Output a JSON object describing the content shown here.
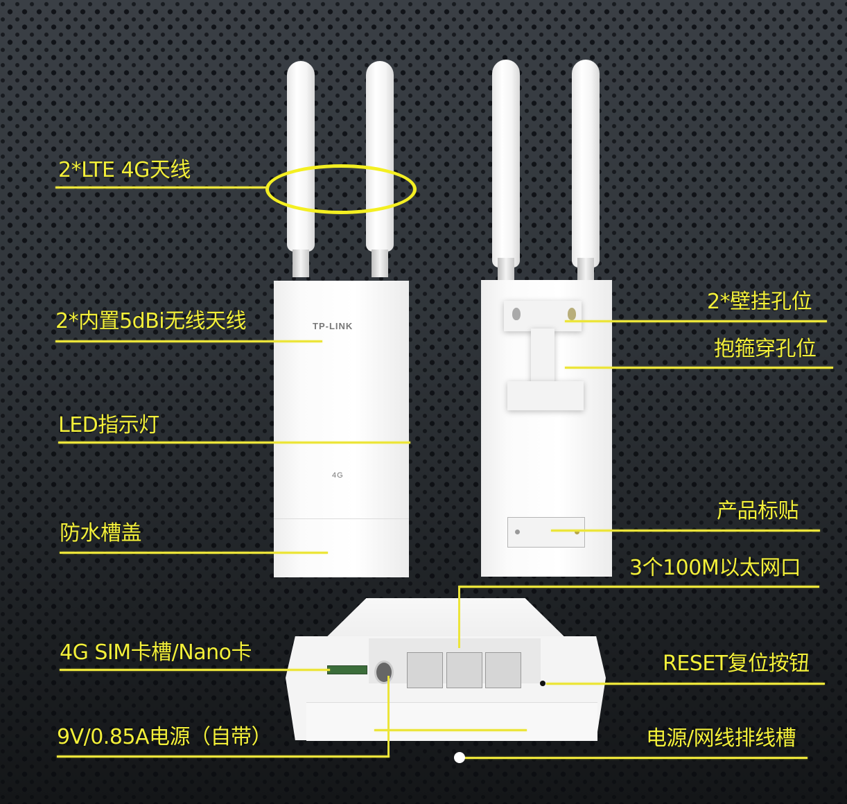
{
  "title": "TP-LINK 4G outdoor CPE product annotation diagram",
  "device": {
    "brand_logo": "TP-LINK",
    "front_badge": "4G"
  },
  "labels": {
    "lte_antenna": "2*LTE 4G天线",
    "internal_antenna": "2*内置5dBi无线天线",
    "led_indicator": "LED指示灯",
    "waterproof_cover": "防水槽盖",
    "wall_mount_holes": "2*壁挂孔位",
    "hoop_holes": "抱箍穿孔位",
    "product_sticker": "产品标贴",
    "ethernet_ports": "3个100M以太网口",
    "sim_slot": "4G SIM卡槽/Nano卡",
    "reset_button": "RESET复位按钮",
    "power_supply": "9V/0.85A电源（自带）",
    "cable_slot": "电源/网线排线槽"
  },
  "colors": {
    "annotation": "#f3f03a",
    "background": "#30353a",
    "device": "#f7f7f7"
  }
}
